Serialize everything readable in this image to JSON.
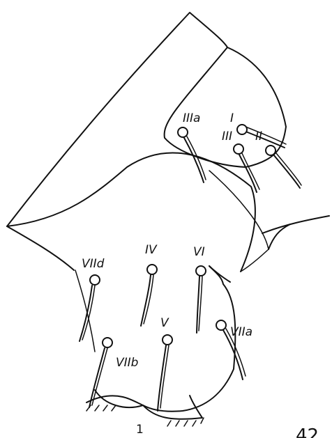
{
  "figure": {
    "panel_number": "1",
    "plate_number": "42",
    "setae_labels": {
      "I": "I",
      "II": "II",
      "III": "III",
      "IIIa": "IIIa",
      "IV": "IV",
      "V": "V",
      "VI": "VI",
      "VIIa": "VIIa",
      "VIIb": "VIIb",
      "VIId": "VIId"
    }
  }
}
